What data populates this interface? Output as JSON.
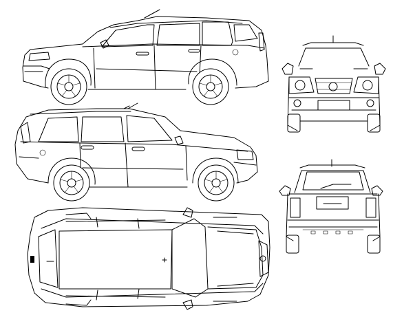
{
  "drawing": {
    "line_color": "#000000",
    "background": "#ffffff",
    "views": [
      "side-left",
      "front",
      "side-right",
      "rear",
      "top"
    ]
  }
}
